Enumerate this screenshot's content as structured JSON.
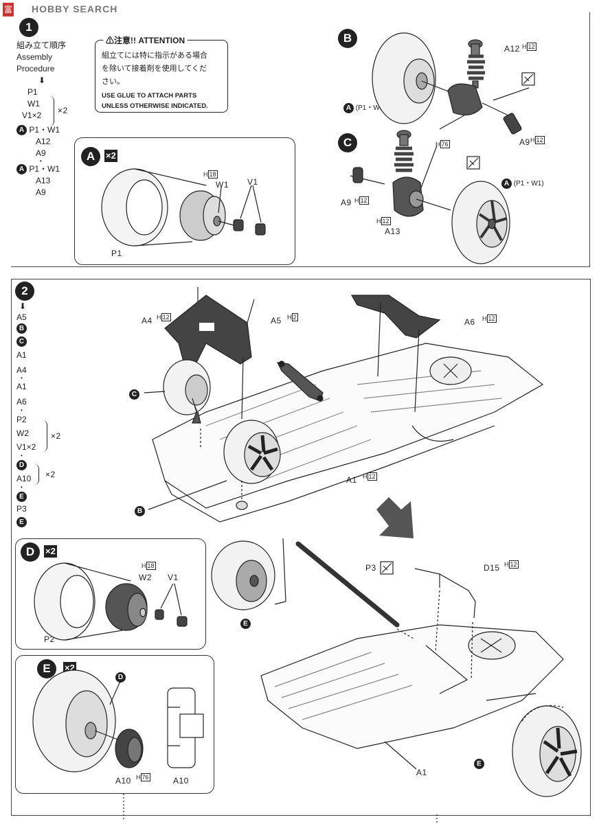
{
  "watermark": "HOBBY SEARCH",
  "watermark_logo_text": "富",
  "step1": {
    "number": "1",
    "title_jp": "組み立て順序",
    "title_en1": "Assembly",
    "title_en2": "Procedure",
    "seq": [
      "P1",
      "W1",
      "V1×2"
    ],
    "mult": "×2",
    "groupA1": [
      "P1・W1",
      "A12",
      "A9"
    ],
    "groupA2": [
      "P1・W1",
      "A13",
      "A9"
    ]
  },
  "attention": {
    "title": "注意!! ATTENTION",
    "jp": [
      "組立てには特に指示がある場合",
      "を除いて接着剤を使用してくだ",
      "さい。"
    ],
    "en": [
      "USE GLUE TO ATTACH PARTS",
      "UNLESS OTHERWISE INDICATED."
    ]
  },
  "subA": {
    "letter": "A",
    "mult": "×2",
    "parts": {
      "w1": "W1",
      "v1": "V1",
      "p1": "P1",
      "h": "18"
    }
  },
  "subB": {
    "letter": "B",
    "a12": "A12",
    "a9": "A9",
    "h12": "12",
    "ref": "(P1・W1)"
  },
  "subC": {
    "letter": "C",
    "a13": "A13",
    "a9": "A9",
    "h76": "76",
    "h12": "12",
    "ref": "(P1・W1)"
  },
  "step2": {
    "number": "2",
    "seq": [
      "A5",
      "B",
      "C",
      "A1",
      "A4",
      "A1",
      "A6",
      "P2",
      "W2",
      "V1×2",
      "D",
      "A10",
      "E",
      "P3",
      "E"
    ],
    "mult": "×2",
    "labels": {
      "a4": "A4",
      "a5": "A5",
      "a6": "A6",
      "a1": "A1",
      "h12": "12",
      "h2": "2",
      "b": "B",
      "c": "C"
    }
  },
  "subD": {
    "letter": "D",
    "mult": "×2",
    "parts": {
      "w2": "W2",
      "v1": "V1",
      "p2": "P2",
      "h": "18"
    }
  },
  "subE": {
    "letter": "E",
    "mult": "×2",
    "parts": {
      "d": "D",
      "a10": "A10",
      "a10b": "A10",
      "h": "76"
    }
  },
  "lower": {
    "p3": "P3",
    "d15": "D15",
    "h12": "12",
    "a1": "A1",
    "e": "E",
    "e2": "E"
  }
}
